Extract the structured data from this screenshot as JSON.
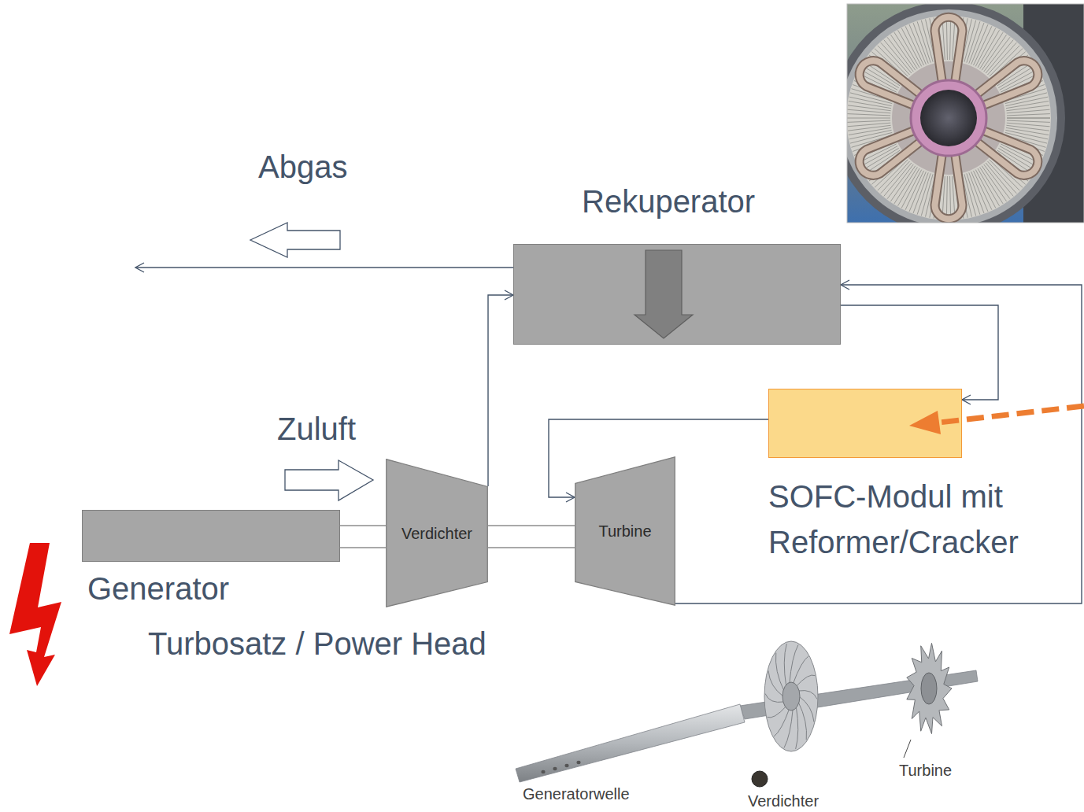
{
  "diagram": {
    "nodes": [
      {
        "text": [
          "Rekuperator"
        ]
      },
      {
        "text": [
          "SOFC-Modul mit Reformer/Cracker"
        ]
      },
      {
        "text": [
          "Verdichter"
        ]
      },
      {
        "text": [
          "Turbine"
        ]
      },
      {
        "text": [
          "Generator"
        ]
      }
    ],
    "edges": [
      {
        "from": 2,
        "to": 0,
        "arrow": "to"
      },
      {
        "from": 0,
        "to": 1,
        "arrow": "to"
      },
      {
        "from": 1,
        "to": 3,
        "arrow": "to"
      },
      {
        "from": 3,
        "to": 0,
        "arrow": "to"
      },
      {
        "from": 4,
        "to": 2,
        "arrow": "none"
      },
      {
        "from": 2,
        "to": 3,
        "arrow": "none"
      }
    ],
    "labels": [
      "Abgas",
      "Zuluft",
      "Turbosatz / Power Head",
      "Generatorwelle",
      "Verdichter",
      "Turbine"
    ]
  }
}
